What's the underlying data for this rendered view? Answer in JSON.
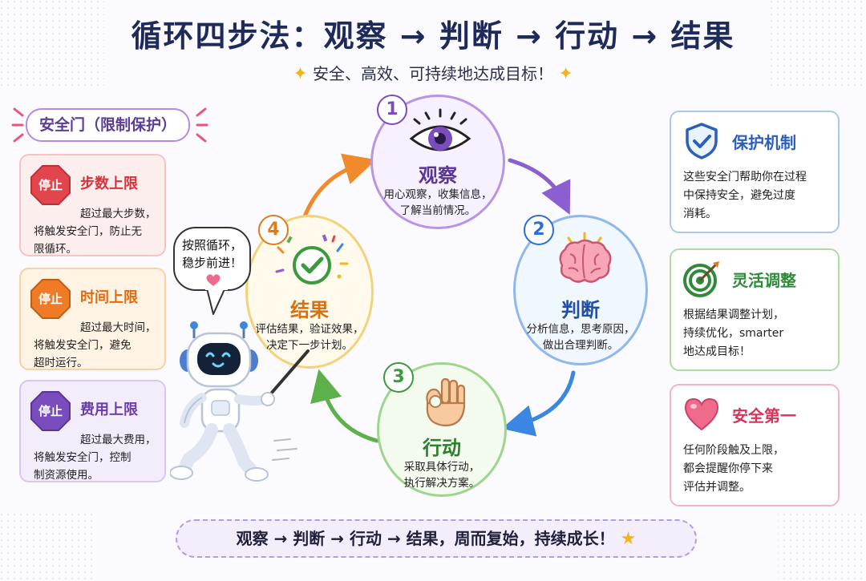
{
  "header": {
    "title": "循环四步法：观察 → 判断 → 行动 → 结果",
    "subtitle": "安全、高效、可持续地达成目标！"
  },
  "safety_gate": {
    "title": "安全门（限制保护）",
    "items": [
      {
        "badge": "停止",
        "title": "步数上限",
        "desc_lines": [
          "超过最大步数，",
          "将触发安全门，防止无",
          "限循环。"
        ],
        "color": "#e2454c"
      },
      {
        "badge": "停止",
        "title": "时间上限",
        "desc_lines": [
          "超过最大时间，",
          "将触发安全门，避免",
          "超时运行。"
        ],
        "color": "#ef7b26"
      },
      {
        "badge": "停止",
        "title": "费用上限",
        "desc_lines": [
          "超过最大费用，",
          "将触发安全门，控制",
          "制资源使用。"
        ],
        "color": "#7a4dbf"
      }
    ]
  },
  "steps": [
    {
      "num": "1",
      "title": "观察",
      "desc_lines": [
        "用心观察，收集信息，",
        "了解当前情况。"
      ],
      "color": "#7a4dbf",
      "icon": "eye-icon"
    },
    {
      "num": "2",
      "title": "判断",
      "desc_lines": [
        "分析信息，思考原因，",
        "做出合理判断。"
      ],
      "color": "#2b6fd6",
      "icon": "brain-icon"
    },
    {
      "num": "3",
      "title": "行动",
      "desc_lines": [
        "采取具体行动，",
        "执行解决方案。"
      ],
      "color": "#3c9a3c",
      "icon": "ok-hand-icon"
    },
    {
      "num": "4",
      "title": "结果",
      "desc_lines": [
        "评估结果，验证效果，",
        "决定下一步计划。"
      ],
      "color": "#e07a1a",
      "icon": "check-icon"
    }
  ],
  "robot": {
    "speech_lines": [
      "按照循环，",
      "稳步前进！"
    ]
  },
  "right_cards": [
    {
      "title": "保护机制",
      "desc_lines": [
        "这些安全门帮助你在过程",
        "中保持安全，避免过度",
        "消耗。"
      ],
      "color": "#2b5fb8",
      "icon": "shield-check-icon"
    },
    {
      "title": "灵活调整",
      "desc_lines": [
        "根据结果调整计划，",
        "持续优化，smarter",
        "地达成目标！"
      ],
      "color": "#2f8a3a",
      "icon": "target-icon"
    },
    {
      "title": "安全第一",
      "desc_lines": [
        "任何阶段触及上限，",
        "都会提醒你停下来",
        "评估并调整。"
      ],
      "color": "#d8325a",
      "icon": "heart-icon"
    }
  ],
  "footer": {
    "text": "观察 → 判断 → 行动 → 结果，周而复始，持续成长！"
  }
}
